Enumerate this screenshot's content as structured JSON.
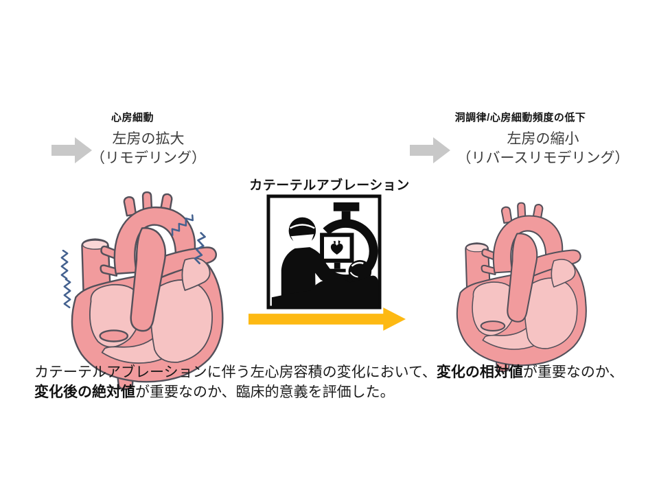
{
  "left_panel": {
    "label": "心房細動",
    "line1": "左房の拡大",
    "line2": "（リモデリング）"
  },
  "center_panel": {
    "label": "カテーテルアブレーション"
  },
  "right_panel": {
    "label": "洞調律/心房細動頻度の低下",
    "line1": "左房の縮小",
    "line2": "（リバースリモデリング）"
  },
  "caption": {
    "seg1": "カテーテルアブレーションに伴う左心房容積の変化において、",
    "bold1": "変化の相対値",
    "seg2": "が重要なのか、",
    "bold2": "変化後の絶対値",
    "seg3": "が重要なのか、臨床的意義を評価した。"
  },
  "icons": {
    "gray_arrow": "right-block-arrow",
    "yellow_arrow": "right-long-arrow",
    "pictogram": "catheter-ablation-procedure-pictogram",
    "heart_left": "enlarged-heart-with-fibrillation-squiggles",
    "heart_right": "reduced-heart"
  },
  "colors": {
    "arrow_gray": "#c8c8c8",
    "arrow_yellow": "#fdb913",
    "heart_base": "#f19b9d",
    "heart_light": "#f6c3c3",
    "heart_lighter": "#fad6d6",
    "heart_outline": "#53505a",
    "squiggle_blue": "#44618f",
    "text_black": "#1b1b1b"
  }
}
